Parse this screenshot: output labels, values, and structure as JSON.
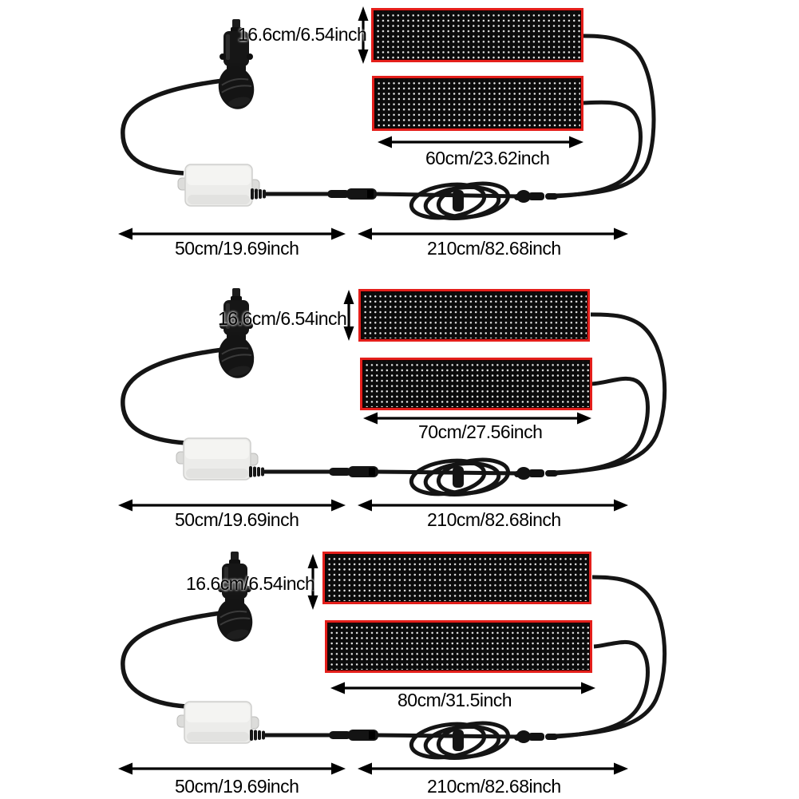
{
  "sections": [
    {
      "panel_height": "16.6cm/6.54inch",
      "panel_width": "60cm/23.62inch",
      "adapter_cable_length": "50cm/19.69inch",
      "main_cable_length": "210cm/82.68inch"
    },
    {
      "panel_height": "16.6cm/6.54inch",
      "panel_width": "70cm/27.56inch",
      "adapter_cable_length": "50cm/19.69inch",
      "main_cable_length": "210cm/82.68inch"
    },
    {
      "panel_height": "16.6cm/6.54inch",
      "panel_width": "80cm/31.5inch",
      "adapter_cable_length": "50cm/19.69inch",
      "main_cable_length": "210cm/82.68inch"
    }
  ],
  "colors": {
    "panel_border": "#e41f1b",
    "panel_background": "#0b0b0b",
    "led_dot": "#ededed",
    "wire": "#151515",
    "adapter_body": "#ececea",
    "label_text": "#000000",
    "page_background": "#ffffff"
  }
}
